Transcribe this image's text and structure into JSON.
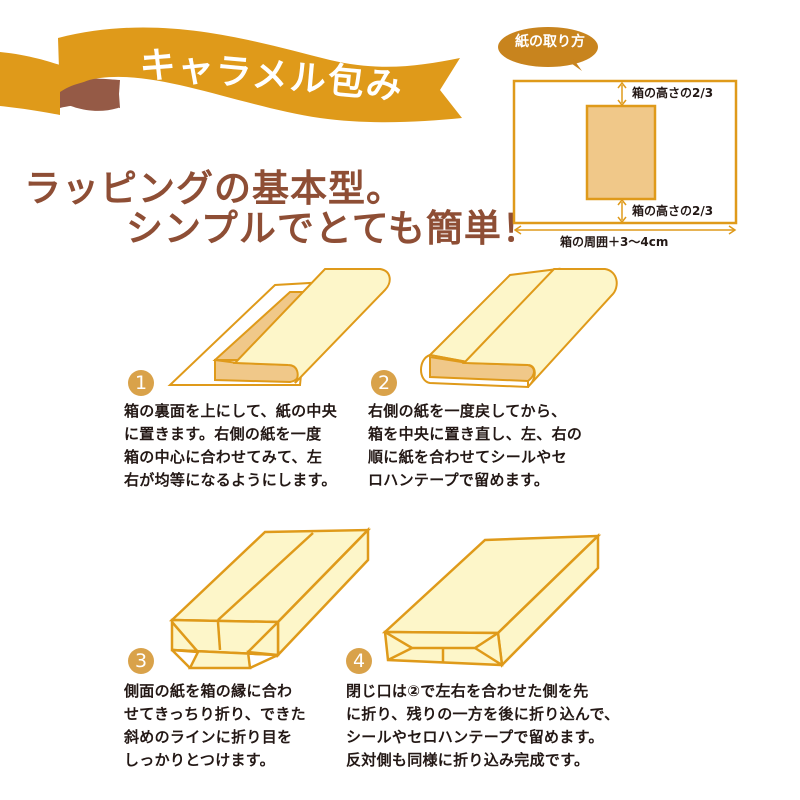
{
  "banner": {
    "title": "キャラメル包み",
    "color": "#df9a1a",
    "shadow_color": "#955a46"
  },
  "headline": {
    "line1": "ラッピングの基本型。",
    "line2": "シンプルでとても簡単！",
    "color": "#8e4e35"
  },
  "paper_guide": {
    "bubble_label": "紙の取り方",
    "top_margin_label": "箱の高さの2/3",
    "bottom_margin_label": "箱の高さの2/3",
    "width_label": "箱の周囲＋3〜4cm",
    "border_color": "#df9a1a",
    "box_fill": "#f0c889"
  },
  "steps": [
    {
      "number": "1",
      "lines": [
        "箱の裏面を上にして、紙の中央",
        "に置きます。右側の紙を一度",
        "箱の中心に合わせてみて、左",
        "右が均等になるようにします。"
      ]
    },
    {
      "number": "2",
      "lines": [
        "右側の紙を一度戻してから、",
        "箱を中央に置き直し、左、右の",
        "順に紙を合わせてシールやセ",
        "ロハンテープで留めます。"
      ]
    },
    {
      "number": "3",
      "lines": [
        "側面の紙を箱の縁に合わ",
        "せてきっちり折り、できた",
        "斜めのラインに折り目を",
        "しっかりとつけます。"
      ]
    },
    {
      "number": "4",
      "lines": [
        "閉じ口は②で左右を合わせた側を先",
        "に折り、残りの一方を後に折り込んで、",
        "シールやセロハンテープで留めます。",
        "反対側も同様に折り込み完成です。"
      ]
    }
  ],
  "colors": {
    "accent": "#df9a1a",
    "step_circle": "#d9a24a",
    "paper_fill": "#fdf6c9",
    "box_fill": "#f0c889"
  }
}
